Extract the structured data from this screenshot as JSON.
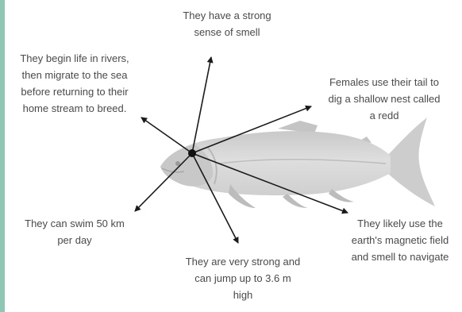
{
  "diagram": {
    "facts": [
      {
        "id": "smell",
        "text": "They have a strong\nsense of smell"
      },
      {
        "id": "life-cycle",
        "text": "They begin life in rivers,\nthen migrate to the sea\nbefore returning to their\nhome stream to breed."
      },
      {
        "id": "nest",
        "text": "Females use their tail to\ndig a shallow nest called\na redd"
      },
      {
        "id": "swim",
        "text": "They can swim 50 km\nper day"
      },
      {
        "id": "navigate",
        "text": "They likely use the\nearth's magnetic field\nand smell to navigate"
      },
      {
        "id": "jump",
        "text": "They are very strong and\ncan jump up to 3.6 m\nhigh"
      }
    ],
    "colors": {
      "text": "#4a4a4a",
      "arrow": "#1a1a1a",
      "fish_body": "#d6d6d6",
      "fish_fins": "#c4c4c4",
      "accent_strip": "#8ec7b3"
    },
    "center_icon": "hub-dot",
    "image": "salmon-illustration"
  }
}
